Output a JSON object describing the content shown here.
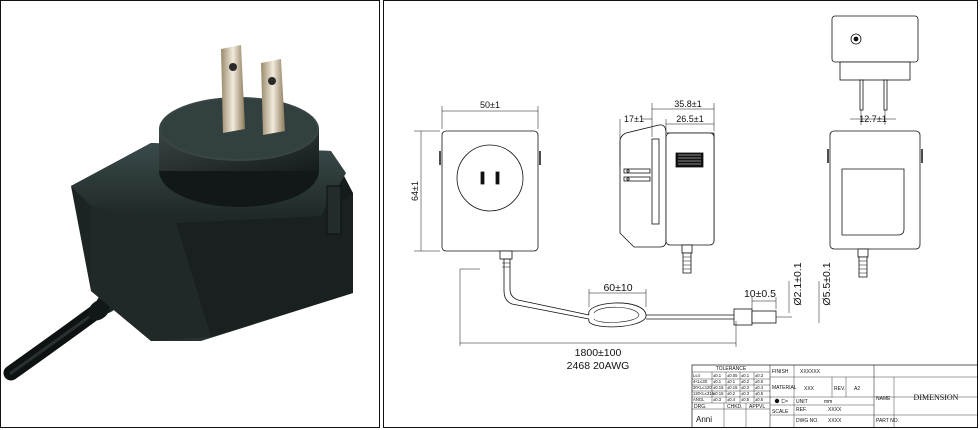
{
  "front_view": {
    "width_dim": "50±1",
    "height_dim": "64±1"
  },
  "side_view": {
    "depth_total_dim": "35.8±1",
    "depth_body_dim": "26.5±1",
    "pin_length_dim": "17±1"
  },
  "top_view": {
    "pin_spacing_dim": "12.7±1"
  },
  "cable": {
    "ferrite_dim": "60±10",
    "length_dim": "1800±100",
    "spec": "2468 20AWG"
  },
  "plug": {
    "length_dim": "10±0.5",
    "inner_dia_dim": "Ø2.1±0.1",
    "outer_dia_dim": "Ø5.5±0.1"
  },
  "title_block": {
    "tolerance_label": "TOLERANCE",
    "tolerance_rows": [
      [
        "L≤4",
        "±0.1",
        "±0.05",
        "±0.1",
        "±0.3"
      ],
      [
        "4<L≤30",
        "±0.1",
        "±0.1",
        "±0.2",
        "±0.5"
      ],
      [
        "30<L≤120",
        "±0.15",
        "±0.15",
        "±0.3",
        "±0.4"
      ],
      [
        "120<L≤315",
        "±0.15",
        "±0.2",
        "±0.3",
        "±0.5"
      ],
      [
        "ANGL",
        "±0.3",
        "±0.4",
        "±0.5",
        "±0.5"
      ]
    ],
    "drg_label": "DRG.",
    "chkd_label": "CHKD.",
    "appvl_label": "APPVL",
    "drawn_by": "Anni",
    "finish_label": "FINISH",
    "finish_value": "XXXXXX",
    "material_label": "MATERIAL",
    "material_value": "XXX",
    "rev_label": "REV.",
    "rev_value": "A2",
    "unit_label": "UNIT",
    "unit_value": "mm",
    "scale_label": "SCALE",
    "ref_label": "REF.",
    "ref_value": "XXXX",
    "dwg_no_label": "DWG NO.",
    "dwg_no_value": "XXXX",
    "name_label": "NAME",
    "name_value": "DIMENSION",
    "part_no_label": "PART NO."
  }
}
